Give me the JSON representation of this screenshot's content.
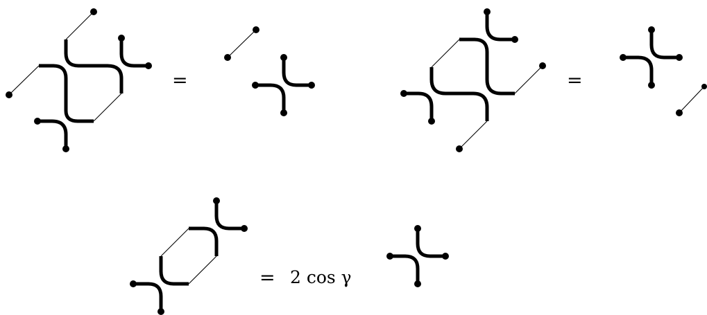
{
  "equations": [
    {
      "lhs": "diagram",
      "operator": "=",
      "rhs_coefficient": "",
      "rhs": "diagram"
    },
    {
      "lhs": "diagram",
      "operator": "=",
      "rhs_coefficient": "",
      "rhs": "diagram"
    },
    {
      "lhs": "diagram",
      "operator": "=",
      "rhs_coefficient": "2 cos γ",
      "rhs": "diagram"
    }
  ],
  "colors": {
    "ink": "#000000",
    "background": "#ffffff"
  }
}
